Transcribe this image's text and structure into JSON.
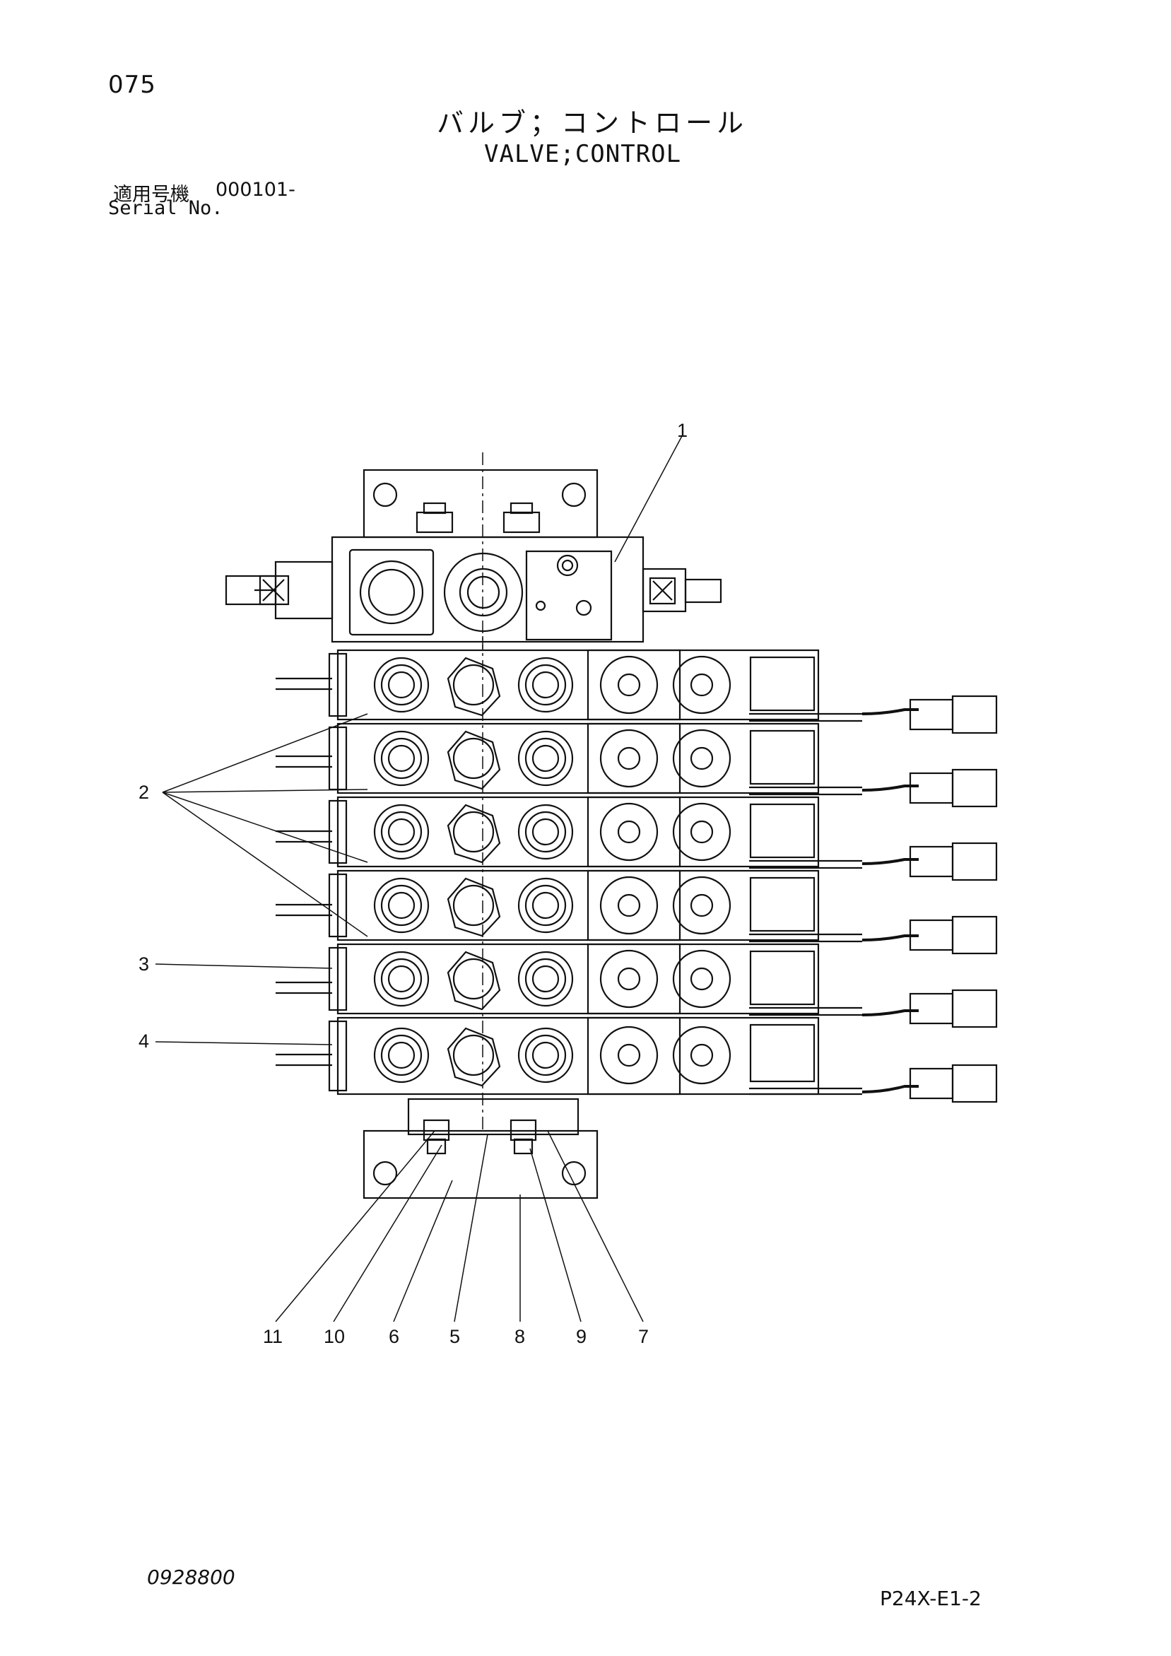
{
  "page": {
    "number": "075",
    "title_jp": "バルブ；コントロール",
    "title_en": "VALVE;CONTROL",
    "serial_label_jp": "適用号機",
    "serial_value": "000101-",
    "serial_label_en": "Serial No.",
    "drawing_code": "0928800",
    "page_code": "P24X-E1-2"
  },
  "callouts": [
    "1",
    "2",
    "3",
    "4",
    "11",
    "10",
    "6",
    "5",
    "8",
    "9",
    "7"
  ]
}
